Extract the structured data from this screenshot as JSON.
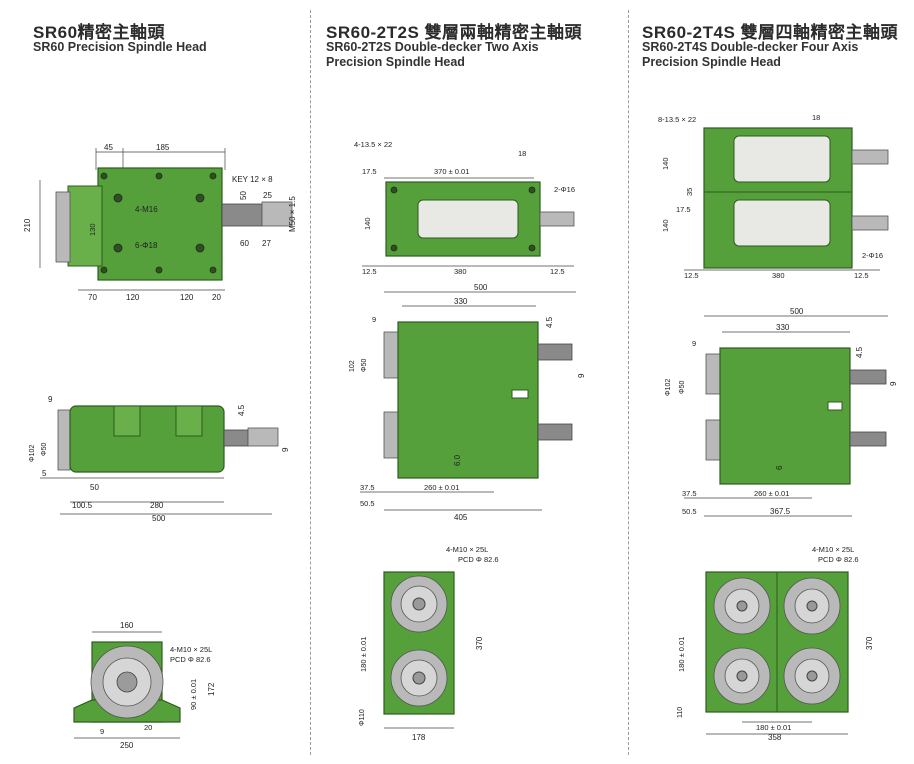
{
  "sections": [
    {
      "title_zh": "SR60精密主軸頭",
      "title_en": "SR60 Precision Spindle Head",
      "top_dims": [
        "45",
        "185",
        "KEY 12 × 8",
        "210",
        "130",
        "4-M16",
        "6-Φ18",
        "50",
        "25",
        "M50 × 1.5",
        "60",
        "27",
        "70",
        "120",
        "120",
        "20"
      ],
      "side_dims": [
        "9",
        "4.5",
        "Φ102",
        "Φ50",
        "5",
        "50",
        "100.5",
        "280",
        "500",
        "9"
      ],
      "end_dims": [
        "160",
        "4-M10 × 25L",
        "PCD Φ 82.6",
        "172",
        "90 ± 0.01",
        "20",
        "9",
        "250"
      ]
    },
    {
      "title_zh": "SR60-2T2S 雙層兩軸精密主軸頭",
      "title_en_line1": "SR60-2T2S Double-decker Two Axis",
      "title_en_line2": "Precision Spindle Head",
      "top_dims": [
        "4-13.5 × 22",
        "18",
        "17.5",
        "370 ± 0.01",
        "2-Φ16",
        "140",
        "12.5",
        "380",
        "12.5"
      ],
      "side_dims": [
        "500",
        "330",
        "9",
        "4.5",
        "102",
        "Φ50",
        "9",
        "6.0",
        "37.5",
        "260 ± 0.01",
        "50.5",
        "405"
      ],
      "end_dims": [
        "4-M10 × 25L",
        "PCD Φ 82.6",
        "180 ± 0.01",
        "370",
        "Φ110",
        "178"
      ]
    },
    {
      "title_zh": "SR60-2T4S 雙層四軸精密主軸頭",
      "title_en_line1": "SR60-2T4S Double-decker Four Axis",
      "title_en_line2": "Precision Spindle Head",
      "top_dims": [
        "8-13.5 × 22",
        "18",
        "140",
        "35",
        "17.5",
        "140",
        "2-Φ16",
        "12.5",
        "380",
        "12.5"
      ],
      "side_dims": [
        "500",
        "330",
        "9",
        "4.5",
        "Φ102",
        "Φ50",
        "9",
        "6",
        "37.5",
        "260 ± 0.01",
        "50.5",
        "367.5"
      ],
      "end_dims": [
        "4-M10 × 25L",
        "PCD Φ 82.6",
        "180 ± 0.01",
        "370",
        "110",
        "180 ± 0.01",
        "358"
      ]
    }
  ],
  "colors": {
    "body": "#55a03a",
    "window": "#e8e8e4",
    "metal": "#b9b9b9"
  }
}
